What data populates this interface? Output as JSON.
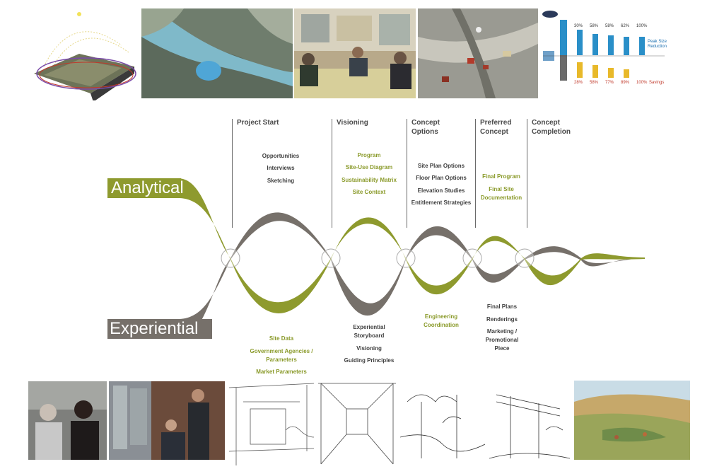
{
  "labels": {
    "analytical": "Analytical",
    "experiential": "Experiential"
  },
  "phases": [
    {
      "title": "Project Start"
    },
    {
      "title": "Visioning"
    },
    {
      "title": "Concept Options",
      "line1": "Concept",
      "line2": "Options"
    },
    {
      "title": "Preferred Concept",
      "line1": "Preferred",
      "line2": "Concept"
    },
    {
      "title": "Concept Completion",
      "line1": "Concept",
      "line2": "Completion"
    }
  ],
  "upper_items": {
    "project_start": [
      "Opportunities",
      "Interviews",
      "Sketching"
    ],
    "visioning": [
      "Program",
      "Site-Use Diagram",
      "Sustainability Matrix",
      "Site Context"
    ],
    "concept_options": [
      "Site Plan Options",
      "Floor Plan Options",
      "Elevation Studies",
      "Entitlement Strategies"
    ],
    "preferred_concept": [
      "Final Program",
      "Final Site",
      "Documentation"
    ]
  },
  "lower_items": {
    "project_start": [
      "Site Data",
      "Government Agencies /",
      "Parameters",
      "Market Parameters"
    ],
    "visioning": [
      "Experiential",
      "Storyboard",
      "Visioning",
      "Guiding Principles"
    ],
    "concept_options": [
      "Engineering",
      "Coordination"
    ],
    "preferred_concept": [
      "Final Plans",
      "Renderings",
      "Marketing /",
      "Promotional",
      "Piece"
    ]
  },
  "chart_thumbnail": {
    "percents_top": [
      "30%",
      "58%",
      "58%",
      "62%",
      "100%"
    ],
    "percents_bottom": [
      "28%",
      "58%",
      "77%",
      "89%",
      "100%"
    ],
    "right_label_line1": "Peak Size",
    "right_label_line2": "Reduction",
    "savings": "Savings"
  },
  "colors": {
    "olive": "#8e9a2e",
    "taupe": "#76706a",
    "text_dark": "#4a4a4a",
    "text_green": "#8a9a2a"
  },
  "icons": {
    "phase_marker": "circle-node-icon"
  }
}
